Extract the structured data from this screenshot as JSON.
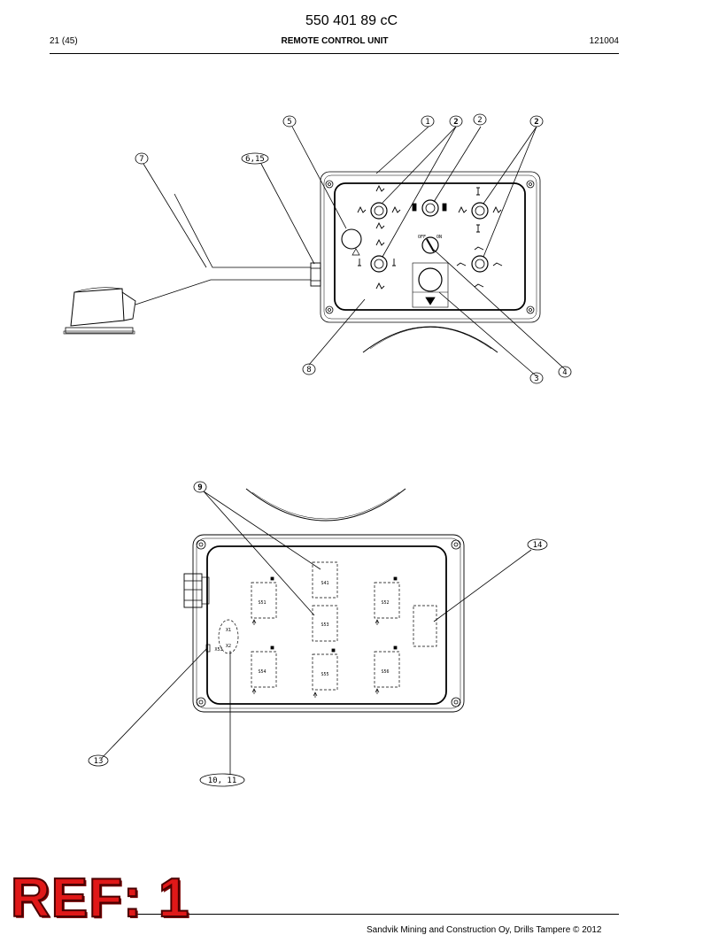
{
  "header": {
    "doc_number": "550 401 89 cC",
    "page": "21 (45)",
    "title": "REMOTE CONTROL UNIT",
    "date": "121004"
  },
  "stamp": {
    "text": "REF: 1"
  },
  "footer": {
    "text": "Sandvik Mining and Construction Oy, Drills Tampere © 2012"
  },
  "figure_top": {
    "callouts": [
      "5",
      "1",
      "2",
      "2",
      "2",
      "7",
      "6,15",
      "8",
      "3",
      "4"
    ],
    "switch_labels": {
      "off": "OFF",
      "on": "ON"
    }
  },
  "figure_bottom": {
    "callouts": [
      "9",
      "14",
      "13",
      "10, 11"
    ],
    "component_labels": [
      "S41",
      "S51",
      "S52",
      "S53",
      "S54",
      "S55",
      "S56",
      "X1",
      "X2",
      "X53"
    ]
  }
}
